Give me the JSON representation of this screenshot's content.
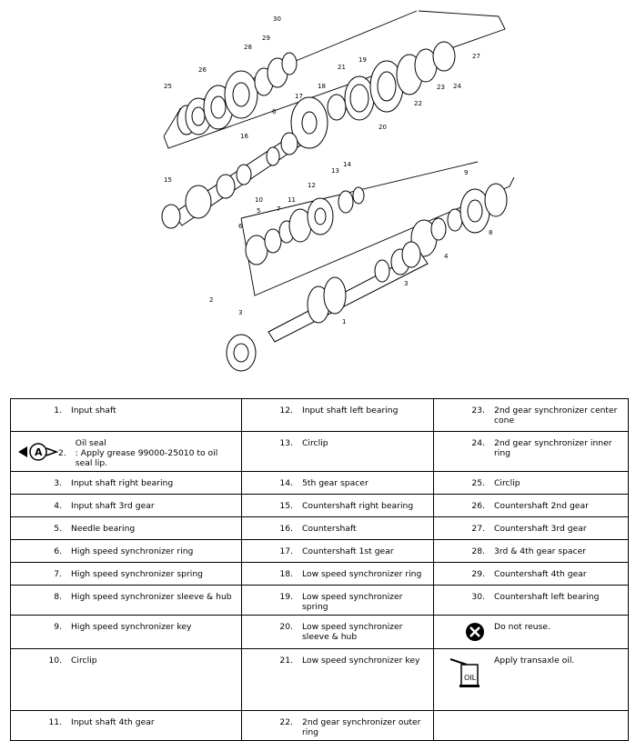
{
  "legend": {
    "rows": [
      [
        {
          "num": "1.",
          "text": "Input shaft"
        },
        {
          "num": "12.",
          "text": "Input shaft left bearing"
        },
        {
          "num": "23.",
          "text": "2nd gear synchronizer center cone"
        }
      ],
      [
        {
          "num": "2.",
          "icon": "grease-a-icon",
          "text": "Oil seal\n: Apply grease 99000-25010 to oil seal lip."
        },
        {
          "num": "13.",
          "text": "Circlip"
        },
        {
          "num": "24.",
          "text": "2nd gear synchronizer inner ring"
        }
      ],
      [
        {
          "num": "3.",
          "text": "Input shaft right bearing"
        },
        {
          "num": "14.",
          "text": "5th gear spacer"
        },
        {
          "num": "25.",
          "text": "Circlip"
        }
      ],
      [
        {
          "num": "4.",
          "text": "Input shaft 3rd gear"
        },
        {
          "num": "15.",
          "text": "Countershaft right bearing"
        },
        {
          "num": "26.",
          "text": "Countershaft 2nd gear"
        }
      ],
      [
        {
          "num": "5.",
          "text": "Needle bearing"
        },
        {
          "num": "16.",
          "text": "Countershaft"
        },
        {
          "num": "27.",
          "text": "Countershaft 3rd gear"
        }
      ],
      [
        {
          "num": "6.",
          "text": "High speed synchronizer ring"
        },
        {
          "num": "17.",
          "text": "Countershaft 1st gear"
        },
        {
          "num": "28.",
          "text": "3rd & 4th gear spacer"
        }
      ],
      [
        {
          "num": "7.",
          "text": "High speed synchronizer spring"
        },
        {
          "num": "18.",
          "text": "Low speed synchronizer ring"
        },
        {
          "num": "29.",
          "text": "Countershaft 4th gear"
        }
      ],
      [
        {
          "num": "8.",
          "text": "High speed synchronizer sleeve & hub"
        },
        {
          "num": "19.",
          "text": "Low speed synchronizer spring"
        },
        {
          "num": "30.",
          "text": "Countershaft left bearing"
        }
      ],
      [
        {
          "num": "9.",
          "text": "High speed synchronizer key"
        },
        {
          "num": "20.",
          "text": "Low speed synchronizer sleeve & hub"
        },
        {
          "num": "",
          "icon": "do-not-reuse-icon",
          "text": "Do not reuse."
        }
      ],
      [
        {
          "num": "10.",
          "text": "Circlip"
        },
        {
          "num": "21.",
          "text": "Low speed synchronizer key"
        },
        {
          "num": "",
          "icon": "oil-can-icon",
          "text": "Apply transaxle oil."
        }
      ],
      [
        {
          "num": "11.",
          "text": "Input shaft 4th gear"
        },
        {
          "num": "22.",
          "text": "2nd gear synchronizer outer ring"
        },
        {
          "num": "",
          "text": ""
        }
      ]
    ]
  },
  "diagram": {
    "callouts": [
      "1",
      "2",
      "3",
      "4",
      "5",
      "6",
      "7",
      "8",
      "9",
      "10",
      "11",
      "12",
      "13",
      "14",
      "15",
      "16",
      "17",
      "18",
      "19",
      "20",
      "21",
      "22",
      "23",
      "24",
      "25",
      "26",
      "27",
      "28",
      "29",
      "30"
    ]
  }
}
